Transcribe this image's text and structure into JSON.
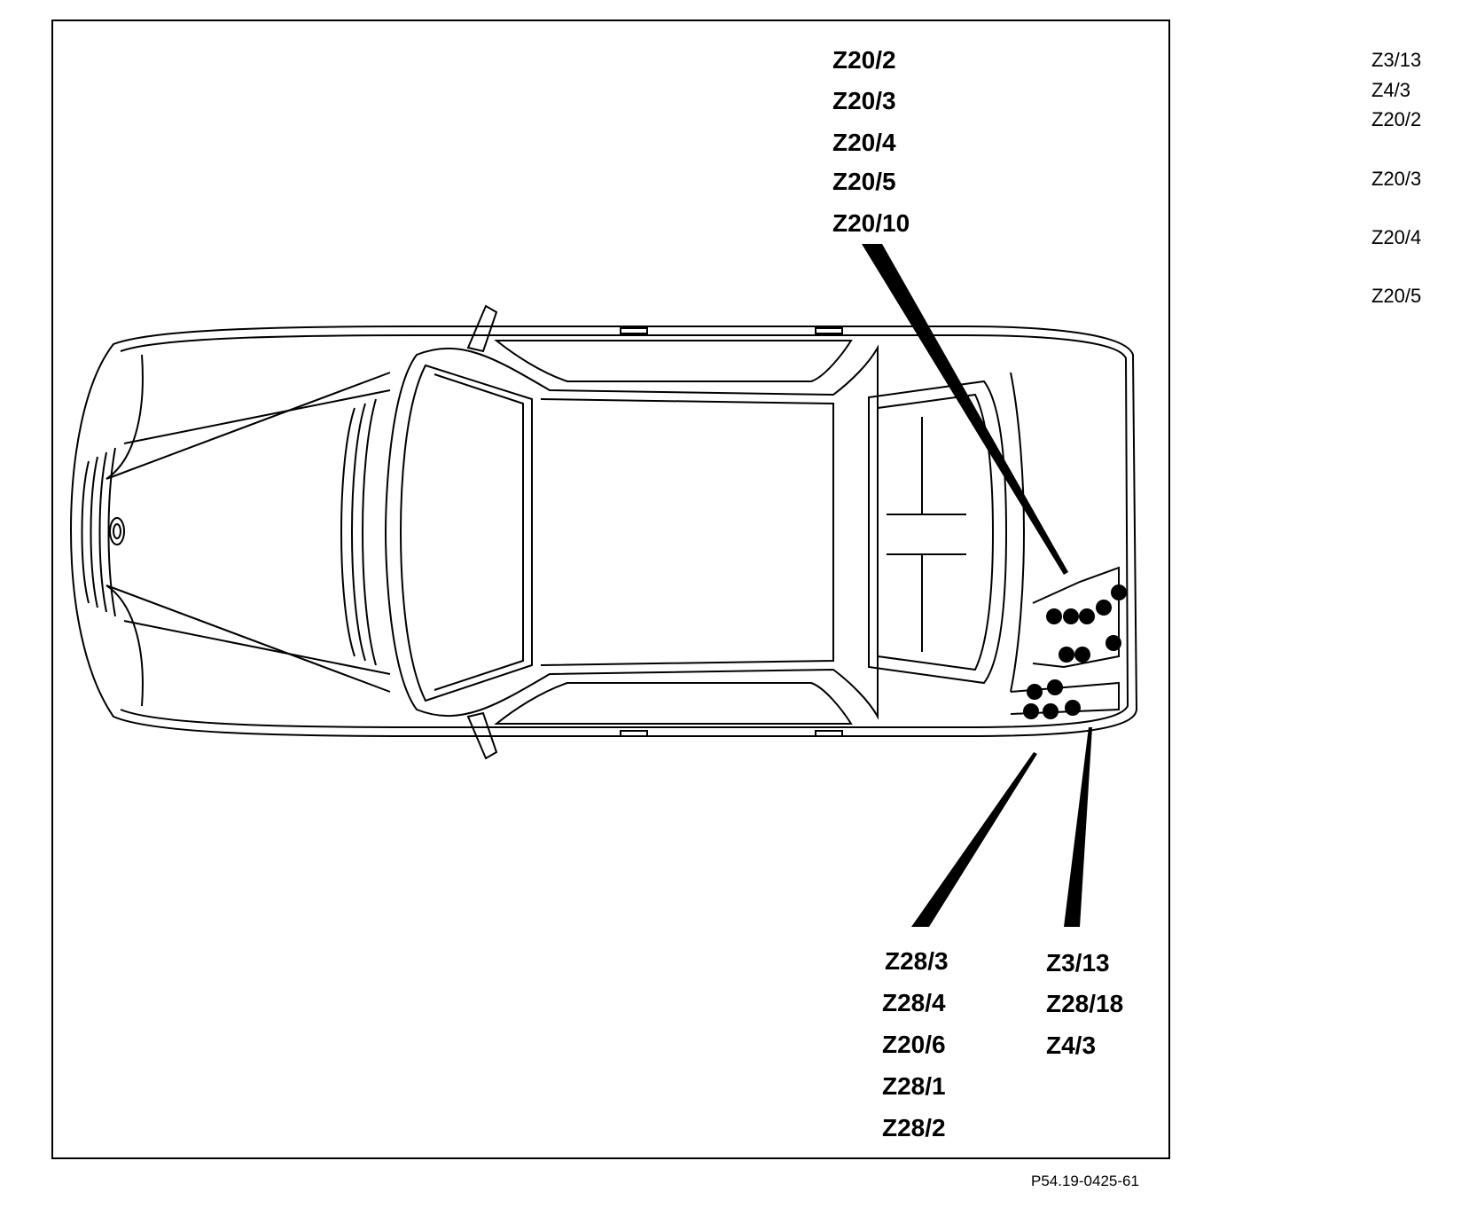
{
  "top_labels": [
    "Z20/2",
    "Z20/3",
    "Z20/4",
    "Z20/5",
    "Z20/10"
  ],
  "bottom_left_labels": [
    "Z28/3",
    "Z28/4",
    "Z20/6",
    "Z28/1",
    "Z28/2"
  ],
  "bottom_right_labels": [
    "Z3/13",
    "Z28/18",
    "Z4/3"
  ],
  "side_labels": [
    "Z3/13",
    "Z4/3",
    "Z20/2",
    "Z20/3",
    "Z20/4",
    "Z20/5"
  ],
  "reference": "P54.19-0425-61",
  "colors": {
    "line": "#000000",
    "background": "#ffffff"
  }
}
